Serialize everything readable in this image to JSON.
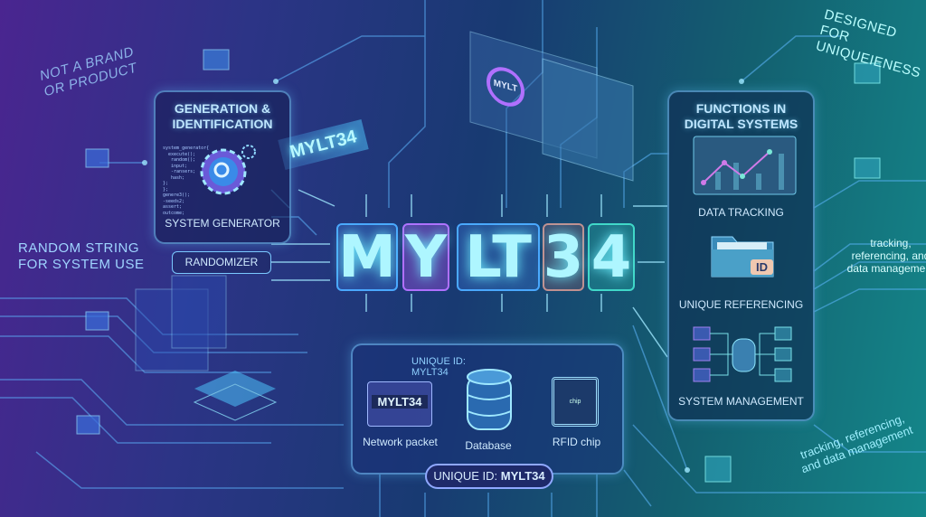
{
  "annotations": {
    "not_brand": [
      "NOT A BRAND",
      "OR PRODUCT"
    ],
    "random_string": [
      "RANDOM STRING",
      "FOR SYSTEM USE"
    ],
    "designed": [
      "DESIGNED FOR",
      "UNIQUEIENESS"
    ],
    "tracking_right": [
      "tracking,",
      "referencing, and",
      "data management"
    ],
    "tracking_bottom": [
      "tracking, referencing,",
      "and data management"
    ]
  },
  "generation": {
    "title": [
      "GENERATION &",
      "IDENTIFICATION"
    ],
    "label": "SYSTEM GENERATOR",
    "code_lines": [
      "system_generator{",
      "  execute();",
      "   random();",
      "   input;",
      "   -ransers;",
      "   hash;",
      "};",
      "};",
      "genere3();",
      "-seeds2;",
      "assert;",
      "outcome;"
    ]
  },
  "randomizer": {
    "label": "RANDOMIZER"
  },
  "banner": {
    "text": "MYLT34"
  },
  "main_id": {
    "letters": [
      {
        "text": "M",
        "color": "#4aa8ff"
      },
      {
        "text": "Y",
        "color": "#b070ff"
      },
      {
        "text": "LT",
        "color": "#4aa8ff"
      },
      {
        "text": "3",
        "color": "#c09090"
      },
      {
        "text": "4",
        "color": "#40d8c8"
      }
    ]
  },
  "screen_badge": "MYLT",
  "functions": {
    "title": [
      "FUNCTIONS IN",
      "DIGITAL SYSTEMS"
    ],
    "items": [
      {
        "label": "DATA TRACKING",
        "icon": "line-chart-icon"
      },
      {
        "label": "UNIQUE REFERENCING",
        "icon": "id-folder-icon",
        "badge": "ID"
      },
      {
        "label": "SYSTEM MANAGEMENT",
        "icon": "database-network-icon"
      }
    ]
  },
  "examples": {
    "caption": [
      "UNIQUE ID:",
      "MYLT34"
    ],
    "packet_id": "MYLT34",
    "items": [
      {
        "label": "Network packet"
      },
      {
        "label": "Database"
      },
      {
        "label": "RFID chip",
        "chip_text": "chip"
      }
    ],
    "pill_prefix": "UNIQUE ID: ",
    "pill_id": "MYLT34"
  },
  "colors": {
    "accent_cyan": "#6ff0ff",
    "accent_purple": "#b070ff",
    "accent_salmon": "#f0a090"
  }
}
